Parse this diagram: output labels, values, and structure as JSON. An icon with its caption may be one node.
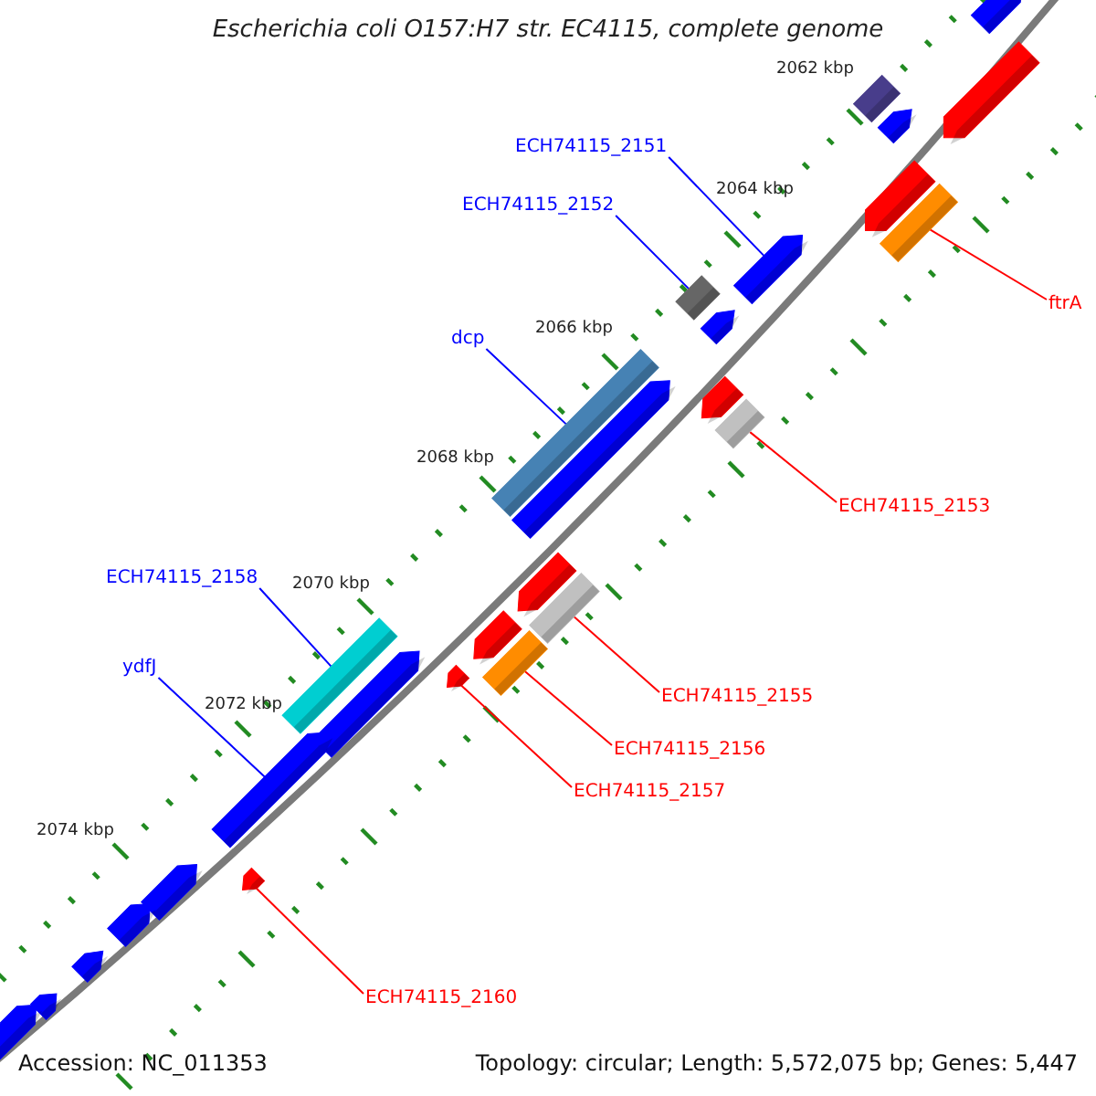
{
  "diagram": {
    "title": "Escherichia coli O157:H7 str. EC4115, complete genome",
    "nodes": [
      {
        "text": [],
        "shape": "bar"
      },
      {
        "text": [],
        "shape": "bar"
      },
      {
        "text": [],
        "shape": "box"
      },
      {
        "text": [],
        "shape": "bar"
      },
      {
        "text": [
          "ECH74115_2151"
        ]
      },
      {
        "text": [],
        "shape": "bar"
      },
      {
        "text": [],
        "shape": "box"
      },
      {
        "text": [
          "ECH74115_2152"
        ]
      },
      {
        "text": [],
        "shape": "bar"
      },
      {
        "text": [],
        "shape": "box"
      },
      {
        "text": [
          "ftrA"
        ]
      },
      {
        "text": [],
        "shape": "bar"
      },
      {
        "text": [
          "dcp"
        ]
      },
      {
        "text": [],
        "shape": "bar"
      },
      {
        "text": [],
        "shape": "box"
      },
      {
        "text": [],
        "shape": "box"
      },
      {
        "text": [],
        "shape": "bar"
      },
      {
        "text": [
          "ECH74115_2153"
        ]
      },
      {
        "text": [
          "ECH74115_2158"
        ]
      },
      {
        "text": [],
        "shape": "bar"
      },
      {
        "text": [],
        "shape": "box"
      },
      {
        "text": [],
        "shape": "bar"
      },
      {
        "text": [],
        "shape": "box"
      },
      {
        "text": [],
        "shape": "box"
      },
      {
        "text": [
          "ydfJ"
        ]
      },
      {
        "text": [],
        "shape": "bar"
      },
      {
        "text": [],
        "shape": "bar"
      },
      {
        "text": [
          "ECH74115_2155"
        ]
      },
      {
        "text": [
          "ECH74115_2156"
        ]
      },
      {
        "text": [],
        "shape": "bar"
      },
      {
        "text": [
          "ECH74115_2157"
        ]
      },
      {
        "text": [],
        "shape": "bar"
      },
      {
        "text": [],
        "shape": "bar"
      },
      {
        "text": [],
        "shape": "bar"
      },
      {
        "text": [],
        "shape": "bar"
      },
      {
        "text": [
          "ECH74115_2160"
        ]
      },
      {
        "text": [],
        "shape": "bar"
      },
      {
        "text": [],
        "shape": "bar"
      }
    ],
    "edges": [
      {
        "from": 4,
        "to": 8,
        "arrow": "none",
        "color": "#0000ff"
      },
      {
        "from": 7,
        "to": 9,
        "arrow": "none",
        "color": "#0000ff"
      },
      {
        "from": 10,
        "to": 6,
        "arrow": "none"
      },
      {
        "from": 12,
        "to": 15,
        "arrow": "none",
        "color": "#0000ff"
      },
      {
        "from": 17,
        "to": 14,
        "arrow": "none"
      },
      {
        "from": 18,
        "to": 23,
        "arrow": "none",
        "color": "#0000ff"
      },
      {
        "from": 24,
        "to": 29,
        "arrow": "none",
        "color": "#0000ff"
      },
      {
        "from": 27,
        "to": 20,
        "arrow": "none"
      },
      {
        "from": 28,
        "to": 22,
        "arrow": "none"
      },
      {
        "from": 30,
        "to": 25,
        "arrow": "none"
      },
      {
        "from": 35,
        "to": 31,
        "arrow": "none"
      }
    ],
    "labels": [
      "2062 kbp",
      "2064 kbp",
      "2066 kbp",
      "2068 kbp",
      "2070 kbp",
      "2072 kbp",
      "2074 kbp",
      "Accession: NC_011353",
      "Topology: circular; Length: 5,572,075 bp; Genes: 5,447"
    ]
  }
}
